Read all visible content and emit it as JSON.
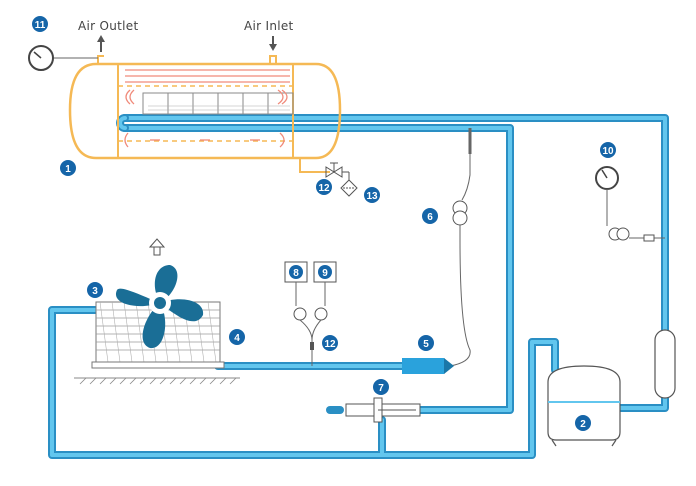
{
  "labels": {
    "air_outlet": "Air Outlet",
    "air_inlet": "Air Inlet"
  },
  "callouts": [
    "1",
    "2",
    "3",
    "4",
    "5",
    "6",
    "7",
    "8",
    "9",
    "10",
    "11",
    "12",
    "12",
    "13"
  ],
  "colors": {
    "pipe": "#43b4e4",
    "pipe_dark": "#1a77a8",
    "vessel": "#f5b955",
    "coil": "#f08a7a",
    "badge": "#1565a8",
    "line": "#666666"
  },
  "icons": [
    "fan-icon",
    "pressure-gauge-icon",
    "air-flow-arrow-icon",
    "pressure-switch-icon",
    "valve-icon",
    "filter-icon"
  ]
}
